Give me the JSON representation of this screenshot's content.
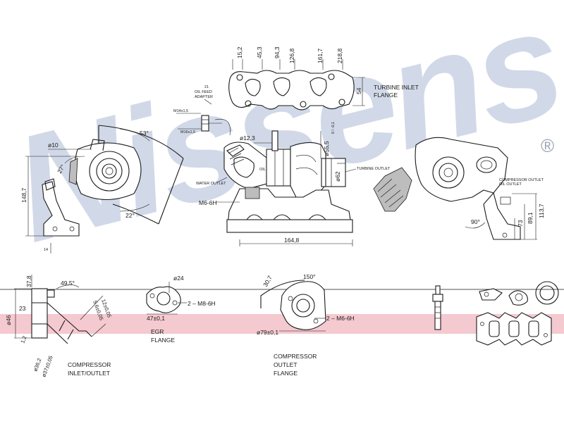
{
  "brand": {
    "watermark": "Nissens",
    "registered_mark": "®",
    "watermark_color": "#c9d3e5",
    "band_color": "#f4c9cf"
  },
  "labels": {
    "turbine_inlet_flange": [
      "TURBINE INLET",
      "FLANGE"
    ],
    "oil_feed_adapter": [
      "21",
      "OIL FEED",
      "ADAPTER"
    ],
    "m14x1_5": "M14x1,5",
    "m16x1_5": "M16x1,5",
    "compressor_in_out": [
      "COMPRESSOR",
      "INLET/OUTLET"
    ],
    "egr_flange": [
      "EGR",
      "FLANGE"
    ],
    "compressor_outlet_flange": [
      "COMPRESSOR",
      "OUTLET",
      "FLANGE"
    ],
    "water_outlet": "WATER OUTLET",
    "oil_outlet": "OIL OUTLET",
    "turbine_outlet": "TURBINE OUTLET",
    "compressor_outlet": "COMPRESSOR OUTLET"
  },
  "dims": {
    "flange_positions": [
      "15,2",
      "45,3",
      "94,3",
      "126,8",
      "161,7",
      "218,8"
    ],
    "flange_height": "54",
    "d10": "ø10",
    "a27": "27°",
    "a53": "53°",
    "a22": "22°",
    "h148_7": "148,7",
    "d12_3": "ø12,3",
    "d55_5": "ø55,5",
    "tol": "0 / -0,1",
    "d62": "ø62",
    "m6_6h": "M6-6H",
    "w164_8": "164,8",
    "h73": "73",
    "h89_1": "89,1",
    "h113_7": "113,7",
    "a90": "90°",
    "a37_8": "37,8",
    "a49_5": "49,5°",
    "d46": "ø46",
    "d23": "23",
    "r12": "12±0,05",
    "r5_6": "5,6±0,05",
    "d36_2": "ø36,2",
    "d37": "ø37±0,05",
    "w1_2": "1,2",
    "d24": "ø24",
    "m8_6h": "2 – M8-6H",
    "d47": "47±0,1",
    "a30_7": "30,7",
    "a150": "150°",
    "m6_6h_2": "2 – M6-6H",
    "d79": "ø79±0,1"
  }
}
